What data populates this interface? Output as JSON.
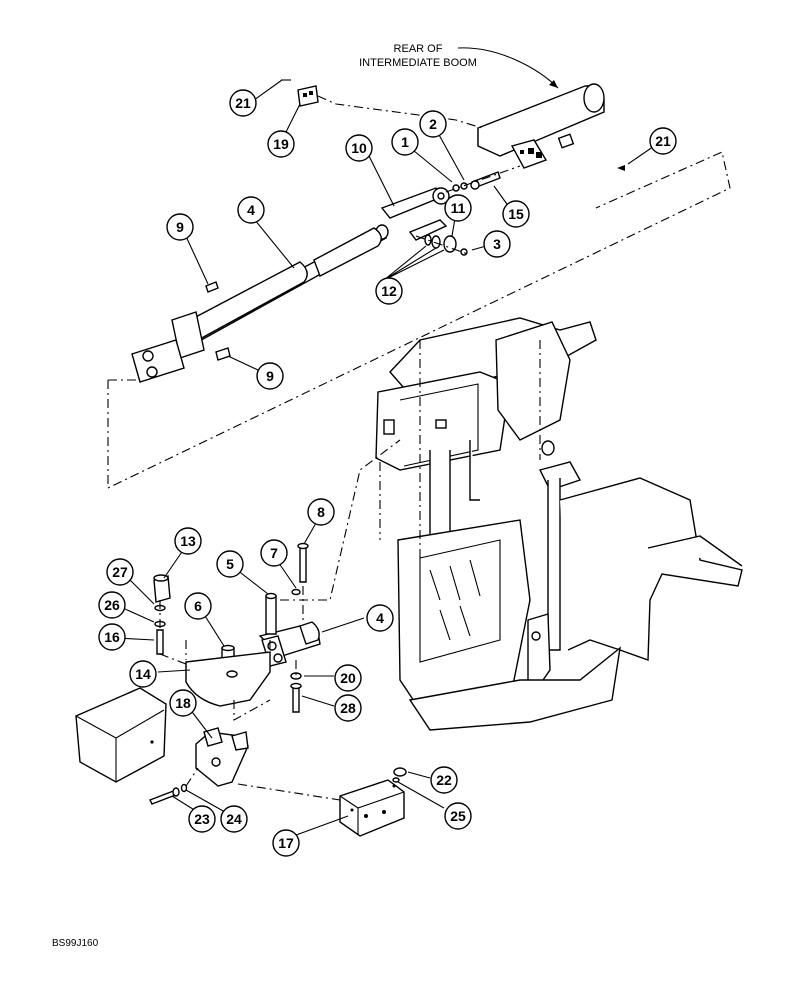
{
  "header_label": {
    "line1": "REAR OF",
    "line2": "INTERMEDIATE BOOM"
  },
  "figure_code": "BS99J160",
  "callouts": {
    "c21a": "21",
    "c19": "19",
    "c10": "10",
    "c1": "1",
    "c2": "2",
    "c21b": "21",
    "c15": "15",
    "c11": "11",
    "c3": "3",
    "c12": "12",
    "c9a": "9",
    "c4a": "4",
    "c9b": "9",
    "c8": "8",
    "c13": "13",
    "c7": "7",
    "c5": "5",
    "c27": "27",
    "c26": "26",
    "c6": "6",
    "c4b": "4",
    "c16": "16",
    "c14": "14",
    "c20": "20",
    "c28": "28",
    "c18": "18",
    "c22": "22",
    "c23": "23",
    "c24": "24",
    "c25": "25",
    "c17": "17"
  }
}
